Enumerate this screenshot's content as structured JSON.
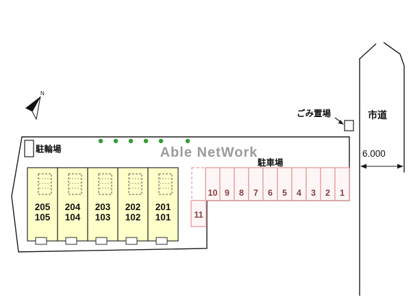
{
  "brand": {
    "name": "Able NetWork"
  },
  "labels": {
    "parking_lot": "駐車場",
    "bicycle_parking": "駐輪場",
    "garbage_station": "ごみ置場",
    "city_road": "市道",
    "road_width": "6.000",
    "compass_north": "N"
  },
  "building": {
    "units": [
      {
        "upper": "205",
        "lower": "105"
      },
      {
        "upper": "204",
        "lower": "104"
      },
      {
        "upper": "203",
        "lower": "103"
      },
      {
        "upper": "202",
        "lower": "102"
      },
      {
        "upper": "201",
        "lower": "101"
      }
    ]
  },
  "parking": {
    "row_spaces": [
      "10",
      "9",
      "8",
      "7",
      "6",
      "5",
      "4",
      "3",
      "2",
      "1"
    ],
    "side_space": "11"
  },
  "colors": {
    "unit_fill": "#ffffc9",
    "parking_stroke": "#e59a9a",
    "parking_number": "#8a4040",
    "brand_text": "#9b9b9b",
    "landscape_dot": "#2f9e2f",
    "line": "#1a1a1a"
  }
}
